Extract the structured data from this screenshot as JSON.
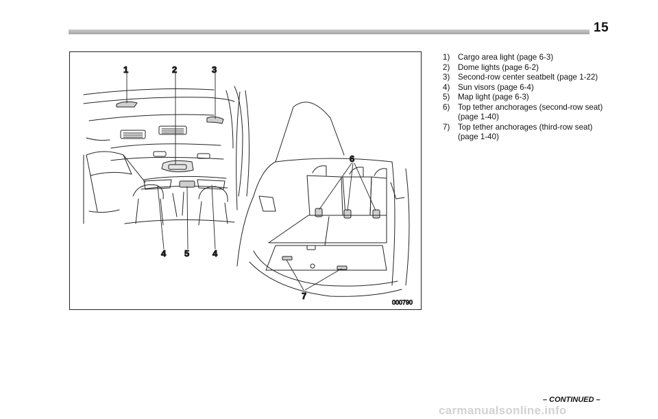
{
  "page": {
    "number": "15",
    "continued": "– CONTINUED –"
  },
  "figure": {
    "code": "000790",
    "callouts": [
      "1",
      "2",
      "3",
      "4",
      "5",
      "4",
      "6",
      "7"
    ]
  },
  "legend": {
    "items": [
      {
        "num": "1)",
        "text": "Cargo area light (page 6-3)"
      },
      {
        "num": "2)",
        "text": "Dome lights (page 6-2)"
      },
      {
        "num": "3)",
        "text": "Second-row center seatbelt (page 1-22)"
      },
      {
        "num": "4)",
        "text": "Sun visors (page 6-4)"
      },
      {
        "num": "5)",
        "text": "Map light (page 6-3)"
      },
      {
        "num": "6)",
        "text": "Top tether anchorages (second-row seat) (page 1-40)"
      },
      {
        "num": "7)",
        "text": "Top tether anchorages (third-row seat) (page 1-40)"
      }
    ]
  },
  "watermark": "carmanualsonline.info"
}
